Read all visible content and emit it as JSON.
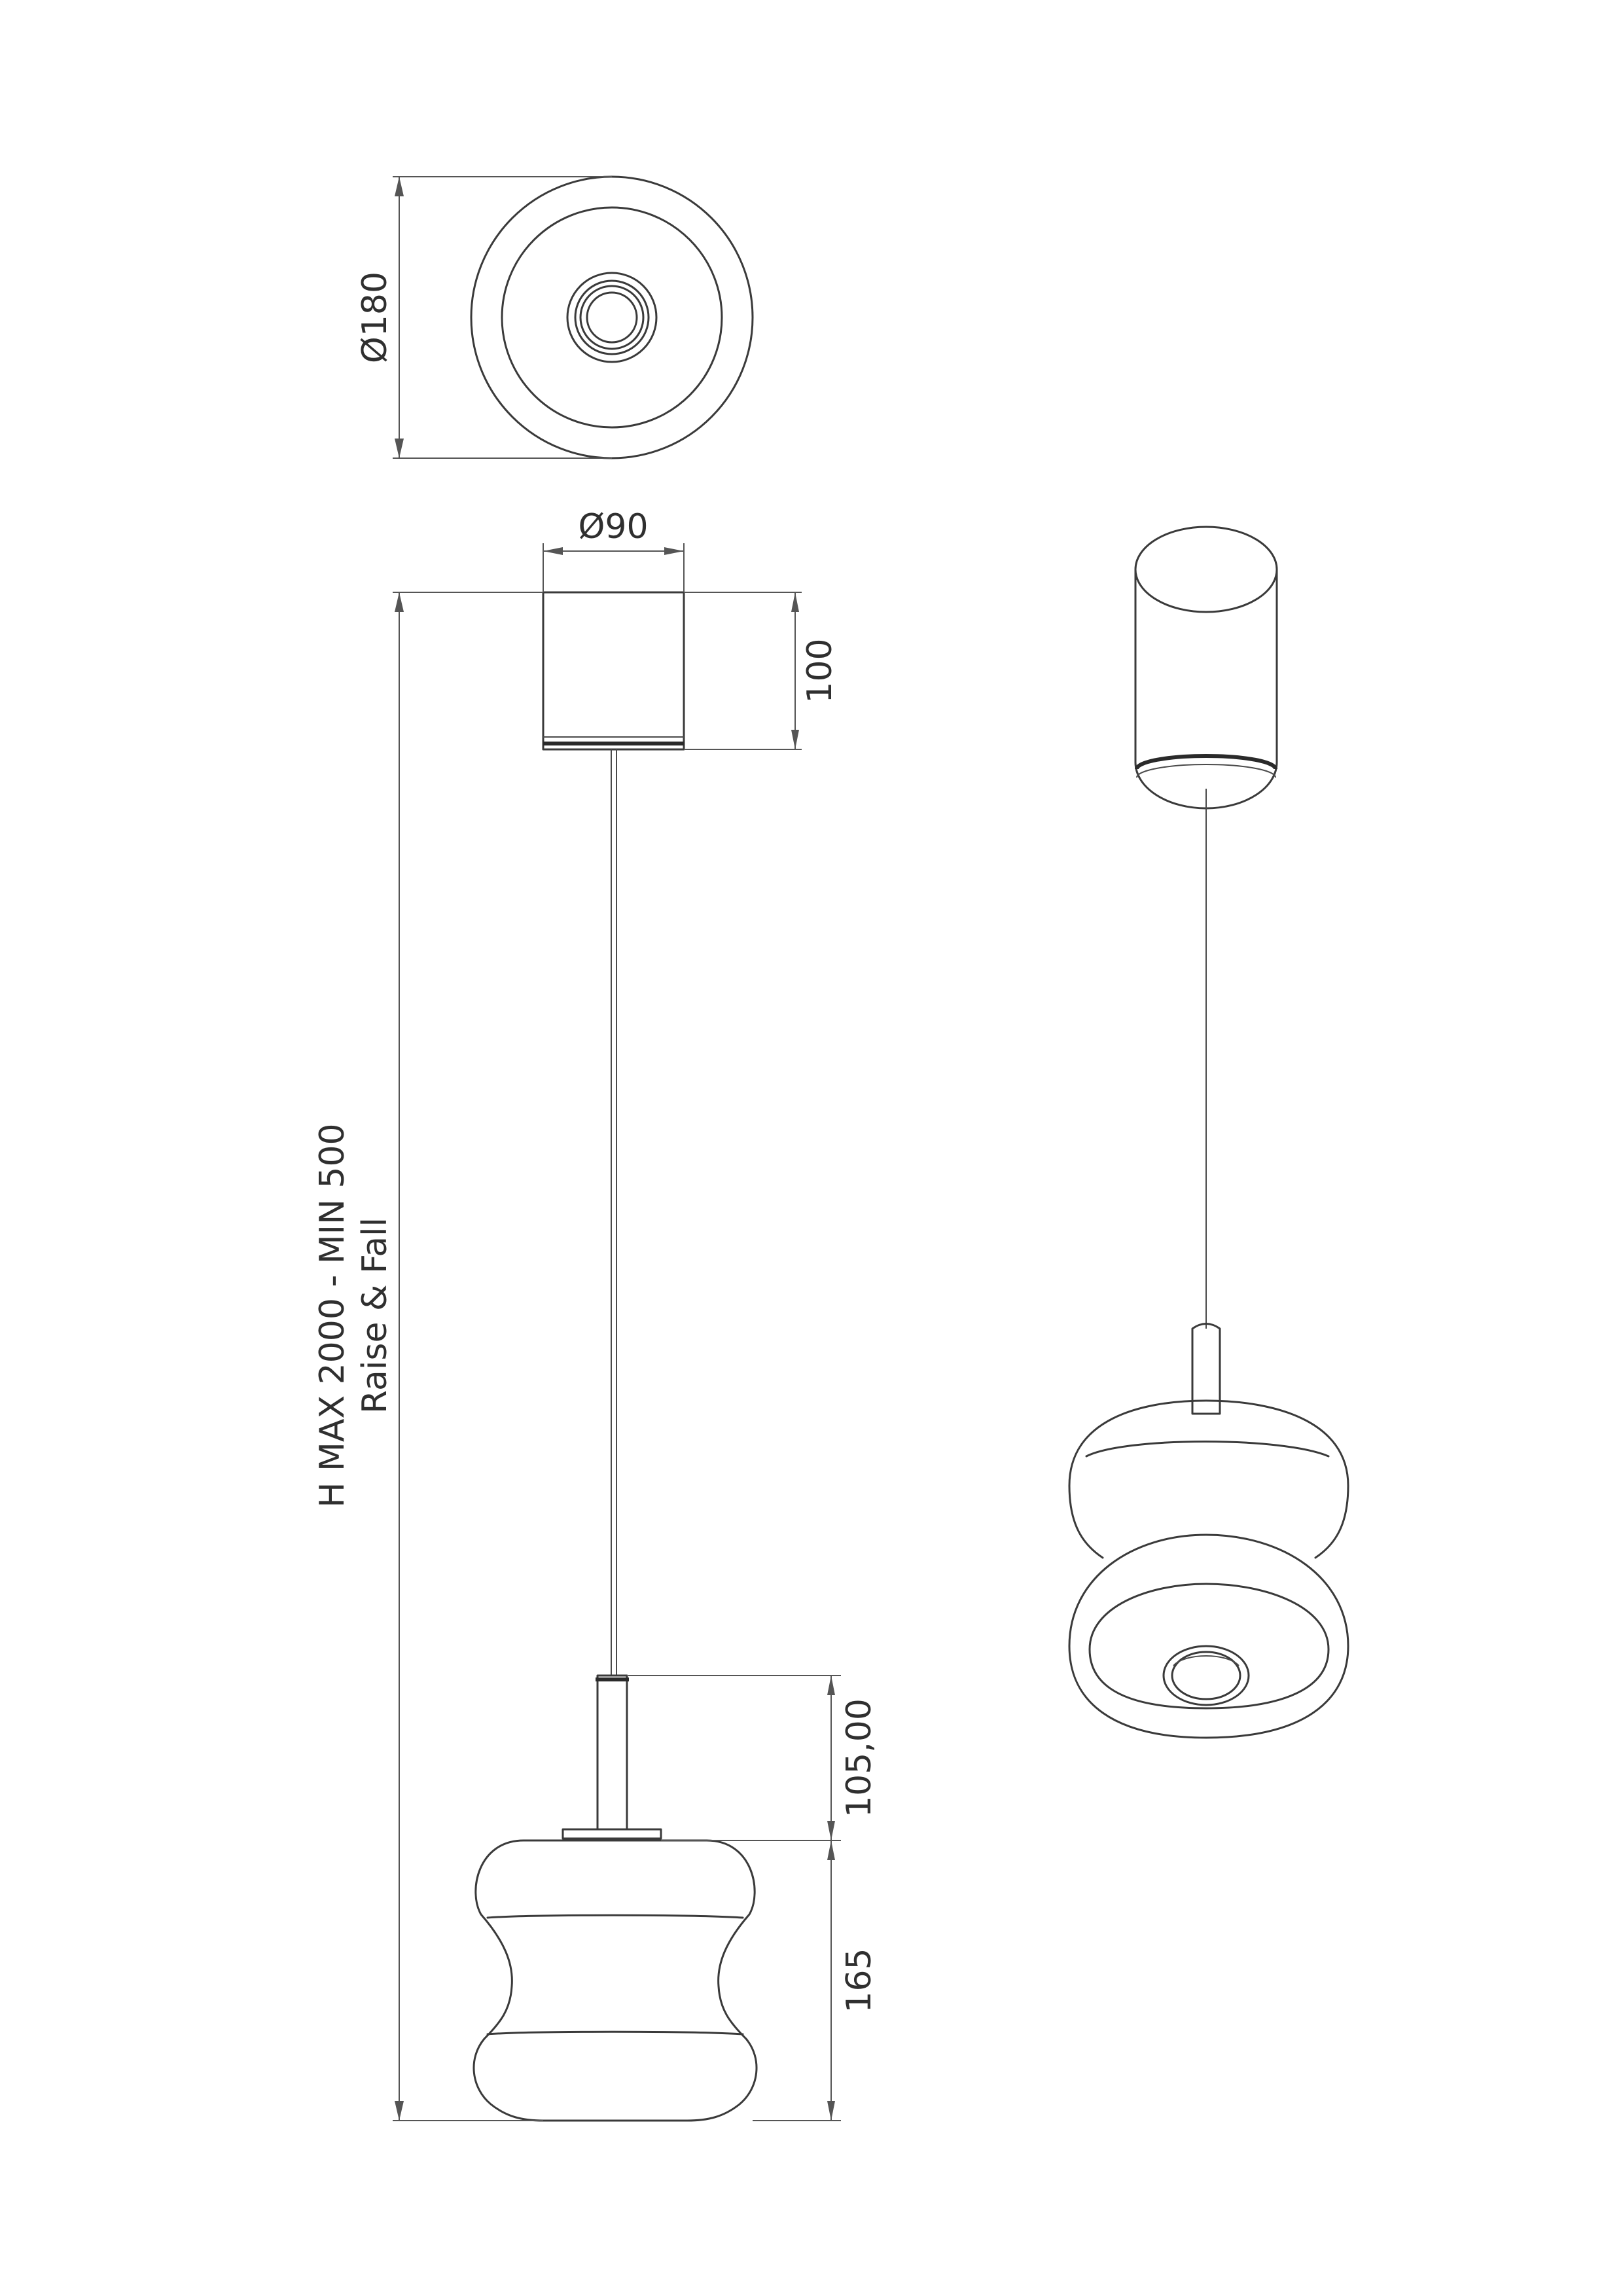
{
  "dimensions": {
    "diameter_top_view": "Ø180",
    "diameter_canopy": "Ø90",
    "canopy_height": "100",
    "stem_length": "105,00",
    "shade_height": "165",
    "overall_height_line1": "H MAX 2000 - MIN 500",
    "overall_height_line2": "Raise & Fall"
  }
}
